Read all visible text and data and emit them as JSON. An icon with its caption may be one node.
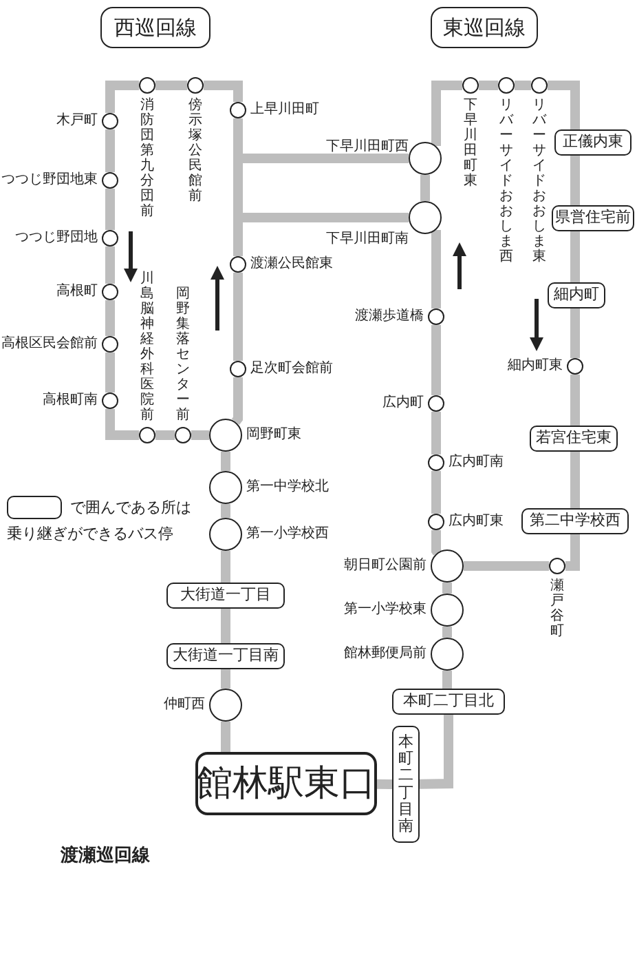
{
  "diagram": {
    "nodes": [
      {
        "text": [
          "西巡回線"
        ]
      },
      {
        "text": [
          "東巡回線"
        ]
      },
      {
        "text": [],
        "shape": "circle",
        "beside": [
          "消防団第九分団前"
        ]
      },
      {
        "text": [],
        "shape": "circle",
        "beside": [
          "傍示塚公民館前"
        ]
      },
      {
        "text": [],
        "shape": "circle",
        "beside": [
          "上早川田町"
        ]
      },
      {
        "text": [],
        "shape": "circle",
        "beside": [
          "渡瀬公民館東"
        ]
      },
      {
        "text": [],
        "shape": "circle",
        "beside": [
          "足次町会館前"
        ]
      },
      {
        "text": [],
        "shape": "circle",
        "beside": [
          "木戸町"
        ]
      },
      {
        "text": [],
        "shape": "circle",
        "beside": [
          "つつじ野団地東"
        ]
      },
      {
        "text": [],
        "shape": "circle",
        "beside": [
          "つつじ野団地"
        ]
      },
      {
        "text": [],
        "shape": "circle",
        "beside": [
          "高根町"
        ]
      },
      {
        "text": [],
        "shape": "circle",
        "beside": [
          "高根区民会館前"
        ]
      },
      {
        "text": [],
        "shape": "circle",
        "beside": [
          "高根町南"
        ]
      },
      {
        "text": [],
        "shape": "circle",
        "beside": [
          "川島脳神経外科医院前"
        ]
      },
      {
        "text": [],
        "shape": "circle",
        "beside": [
          "岡野集落センター前"
        ]
      },
      {
        "text": [],
        "shape": "circle",
        "beside": [
          "岡野町東"
        ]
      },
      {
        "text": [],
        "shape": "circle",
        "beside": [
          "第一中学校北"
        ]
      },
      {
        "text": [],
        "shape": "circle",
        "beside": [
          "第一小学校西"
        ]
      },
      {
        "text": [
          "大街道一丁目"
        ]
      },
      {
        "text": [
          "大街道一丁目南"
        ]
      },
      {
        "text": [],
        "shape": "circle",
        "beside": [
          "仲町西"
        ]
      },
      {
        "text": [
          "館林駅東口"
        ]
      },
      {
        "text": [],
        "shape": "circle",
        "beside": [
          "下早川田町西"
        ]
      },
      {
        "text": [],
        "shape": "circle",
        "beside": [
          "下早川田町南"
        ]
      },
      {
        "text": [],
        "shape": "circle",
        "beside": [
          "下早川田町東"
        ]
      },
      {
        "text": [],
        "shape": "circle",
        "beside": [
          "リバーサイドおおしま西"
        ]
      },
      {
        "text": [],
        "shape": "circle",
        "beside": [
          "リバーサイドおおしま東"
        ]
      },
      {
        "text": [
          "正儀内東"
        ]
      },
      {
        "text": [
          "県営住宅前"
        ]
      },
      {
        "text": [
          "細内町"
        ]
      },
      {
        "text": [],
        "shape": "circle",
        "beside": [
          "細内町東"
        ]
      },
      {
        "text": [
          "若宮住宅東"
        ]
      },
      {
        "text": [
          "第二中学校西"
        ]
      },
      {
        "text": [],
        "shape": "circle",
        "beside": [
          "瀬戸谷町"
        ]
      },
      {
        "text": [],
        "shape": "circle",
        "beside": [
          "渡瀬歩道橋"
        ]
      },
      {
        "text": [],
        "shape": "circle",
        "beside": [
          "広内町"
        ]
      },
      {
        "text": [],
        "shape": "circle",
        "beside": [
          "広内町南"
        ]
      },
      {
        "text": [],
        "shape": "circle",
        "beside": [
          "広内町東"
        ]
      },
      {
        "text": [],
        "shape": "circle",
        "beside": [
          "朝日町公園前"
        ]
      },
      {
        "text": [],
        "shape": "circle",
        "beside": [
          "第一小学校東"
        ]
      },
      {
        "text": [],
        "shape": "circle",
        "beside": [
          "館林郵便局前"
        ]
      },
      {
        "text": [
          "本町二丁目北"
        ]
      },
      {
        "text": [
          "本町二丁目南"
        ]
      }
    ],
    "edges": [
      {
        "from": 21,
        "to": 20,
        "arrow": "none"
      },
      {
        "from": 20,
        "to": 19,
        "arrow": "none"
      },
      {
        "from": 19,
        "to": 18,
        "arrow": "none"
      },
      {
        "from": 18,
        "to": 17,
        "arrow": "none"
      },
      {
        "from": 17,
        "to": 16,
        "arrow": "none"
      },
      {
        "from": 16,
        "to": 15,
        "arrow": "none"
      },
      {
        "from": 15,
        "to": 14,
        "arrow": "none"
      },
      {
        "from": 14,
        "to": 13,
        "arrow": "none"
      },
      {
        "from": 13,
        "to": 12,
        "arrow": "none"
      },
      {
        "from": 12,
        "to": 11,
        "arrow": "none"
      },
      {
        "from": 11,
        "to": 10,
        "arrow": "none"
      },
      {
        "from": 10,
        "to": 9,
        "arrow": "none"
      },
      {
        "from": 9,
        "to": 8,
        "arrow": "none"
      },
      {
        "from": 8,
        "to": 7,
        "arrow": "none"
      },
      {
        "from": 7,
        "to": 2,
        "arrow": "none"
      },
      {
        "from": 2,
        "to": 3,
        "arrow": "none"
      },
      {
        "from": 3,
        "to": 4,
        "arrow": "none"
      },
      {
        "from": 4,
        "to": 5,
        "arrow": "none"
      },
      {
        "from": 5,
        "to": 6,
        "arrow": "none"
      },
      {
        "from": 6,
        "to": 15,
        "arrow": "none"
      },
      {
        "from": 4,
        "to": 22,
        "arrow": "none"
      },
      {
        "from": 5,
        "to": 23,
        "arrow": "none"
      },
      {
        "from": 22,
        "to": 23,
        "arrow": "none"
      },
      {
        "from": 22,
        "to": 24,
        "arrow": "none"
      },
      {
        "from": 24,
        "to": 25,
        "arrow": "none"
      },
      {
        "from": 25,
        "to": 26,
        "arrow": "none"
      },
      {
        "from": 26,
        "to": 27,
        "arrow": "none"
      },
      {
        "from": 27,
        "to": 28,
        "arrow": "none"
      },
      {
        "from": 28,
        "to": 29,
        "arrow": "none"
      },
      {
        "from": 29,
        "to": 30,
        "arrow": "none"
      },
      {
        "from": 30,
        "to": 31,
        "arrow": "none"
      },
      {
        "from": 31,
        "to": 32,
        "arrow": "none"
      },
      {
        "from": 32,
        "to": 33,
        "arrow": "none"
      },
      {
        "from": 33,
        "to": 38,
        "arrow": "none"
      },
      {
        "from": 38,
        "to": 39,
        "arrow": "none"
      },
      {
        "from": 39,
        "to": 40,
        "arrow": "none"
      },
      {
        "from": 40,
        "to": 41,
        "arrow": "none"
      },
      {
        "from": 41,
        "to": 42,
        "arrow": "none"
      },
      {
        "from": 42,
        "to": 21,
        "arrow": "none"
      },
      {
        "from": 23,
        "to": 34,
        "arrow": "none"
      },
      {
        "from": 34,
        "to": 35,
        "arrow": "none"
      },
      {
        "from": 35,
        "to": 36,
        "arrow": "none"
      },
      {
        "from": 36,
        "to": 37,
        "arrow": "none"
      },
      {
        "from": 37,
        "to": 38,
        "arrow": "none"
      }
    ],
    "labels": [
      "渡瀬巡回線"
    ],
    "legend": [
      {
        "text": "で囲んである所は乗り継ぎができるバス停"
      }
    ]
  }
}
